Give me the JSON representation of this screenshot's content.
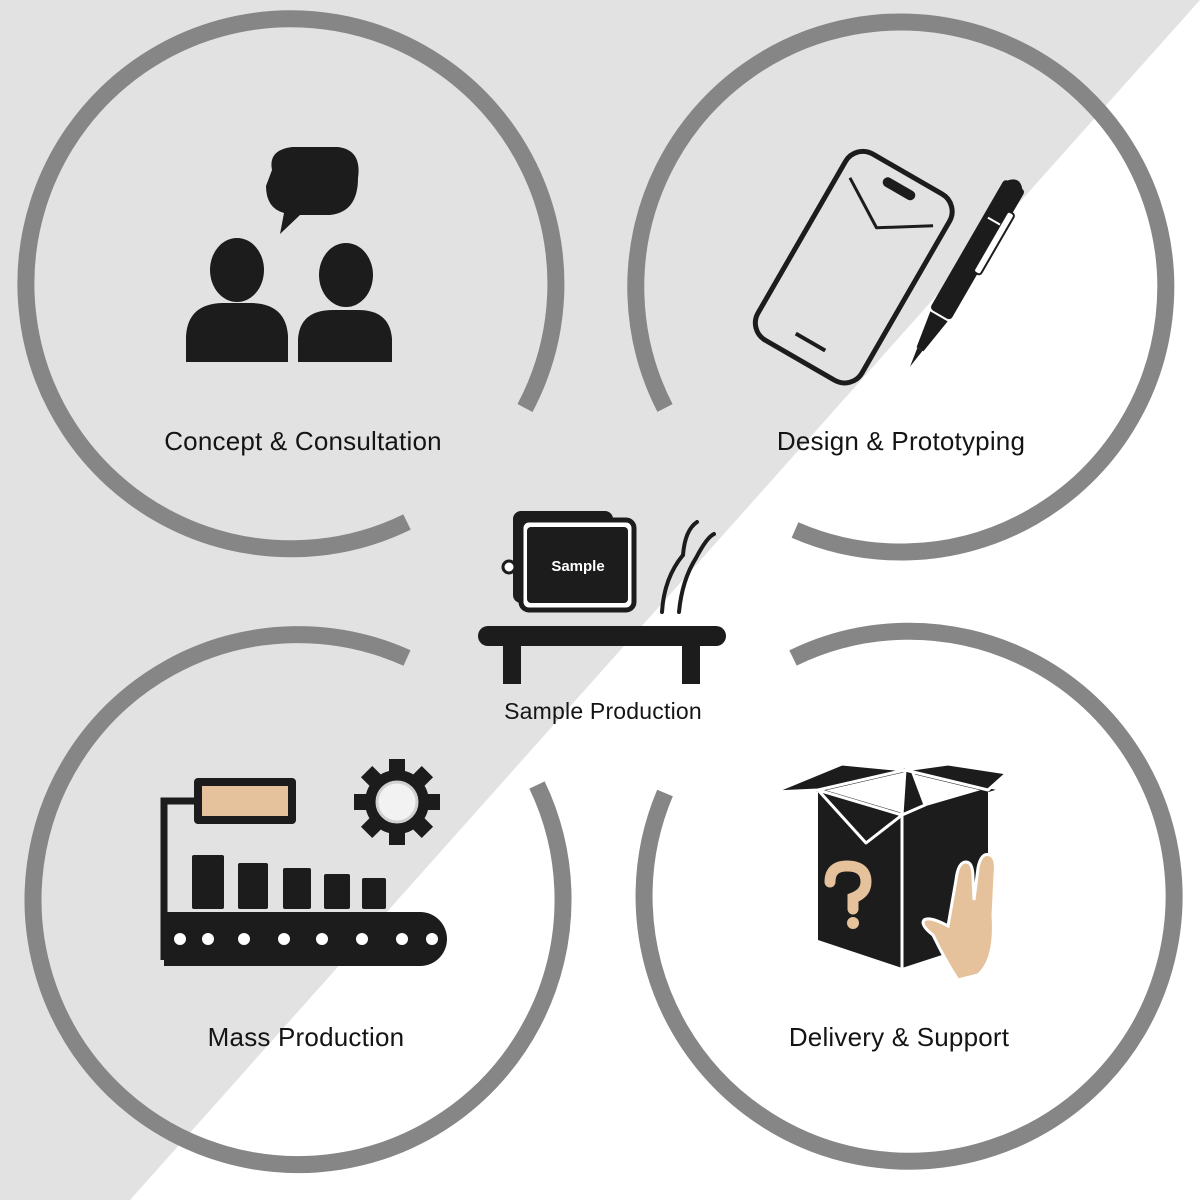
{
  "colors": {
    "background_gray": "#e2e2e2",
    "background_white": "#ffffff",
    "ring": "#868686",
    "icon": "#1c1c1c",
    "accent": "#e5c29b"
  },
  "steps": [
    {
      "label": "Concept & Consultation",
      "icon": "people-chat-icon"
    },
    {
      "label": "Design & Prototyping",
      "icon": "phone-pen-icon"
    },
    {
      "label": "Sample Production",
      "icon": "sample-bench-icon",
      "badge": "Sample"
    },
    {
      "label": "Mass Production",
      "icon": "conveyor-gear-icon"
    },
    {
      "label": "Delivery & Support",
      "icon": "mystery-box-icon"
    }
  ]
}
